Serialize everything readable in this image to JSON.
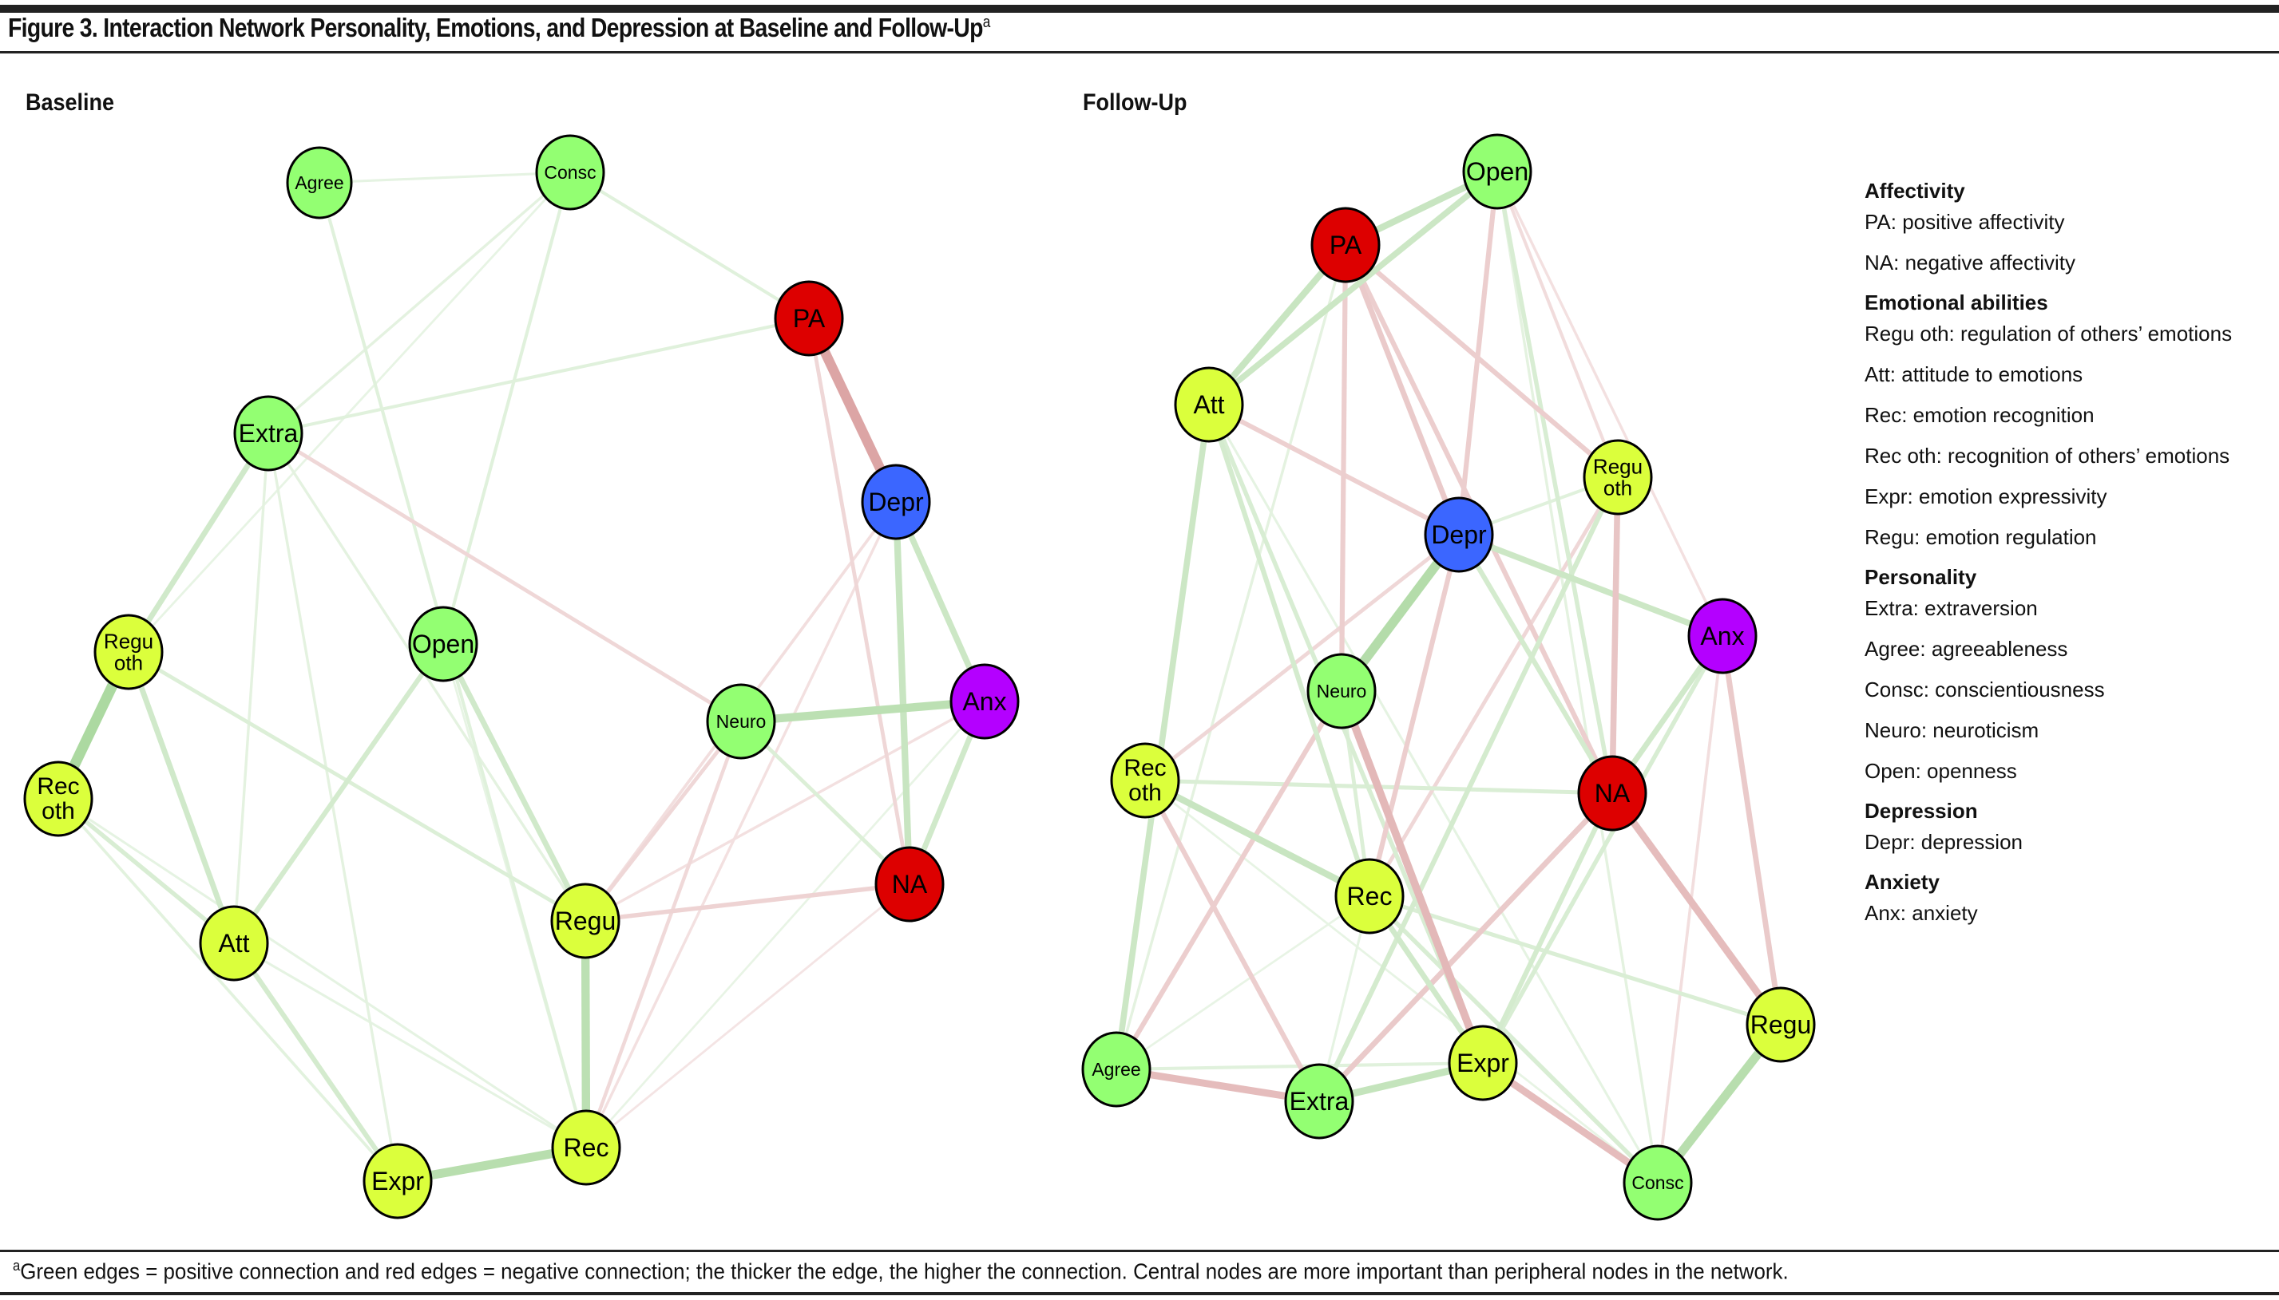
{
  "figure": {
    "title": "Figure 3. Interaction Network Personality, Emotions, and Depression at Baseline and Follow-Up",
    "title_superscript": "a",
    "footnote_marker": "a",
    "footnote": "Green edges = positive connection and red edges = negative connection; the thicker the edge, the higher the connection. Central nodes are more important than peripheral nodes in the network."
  },
  "colors": {
    "positive_edge": "#5fb54a",
    "negative_edge": "#b84a4a",
    "categories": {
      "affectivity": "#dd0000",
      "emotional_abilities": "#dbff3c",
      "personality": "#93ff72",
      "depression": "#3b66ff",
      "anxiety": "#b400ff"
    },
    "node_border": "#000000"
  },
  "legend": [
    {
      "heading": "Affectivity",
      "items": [
        "PA: positive affectivity",
        "NA: negative affectivity"
      ]
    },
    {
      "heading": "Emotional abilities",
      "items": [
        "Regu oth: regulation of others’ emotions",
        "Att: attitude to emotions",
        "Rec: emotion recognition",
        "Rec oth: recognition of others’ emotions",
        "Expr: emotion expressivity",
        "Regu: emotion regulation"
      ]
    },
    {
      "heading": "Personality",
      "items": [
        "Extra: extraversion",
        "Agree: agreeableness",
        "Consc: conscientiousness",
        "Neuro: neuroticism",
        "Open: openness"
      ]
    },
    {
      "heading": "Depression",
      "items": [
        "Depr: depression"
      ]
    },
    {
      "heading": "Anxiety",
      "items": [
        "Anx: anxiety"
      ]
    }
  ],
  "chart_data": [
    {
      "type": "network",
      "title": "Baseline",
      "nodes": [
        {
          "id": "Agree",
          "label": "Agree",
          "category": "personality"
        },
        {
          "id": "Consc",
          "label": "Consc",
          "category": "personality"
        },
        {
          "id": "PA",
          "label": "PA",
          "category": "affectivity"
        },
        {
          "id": "Extra",
          "label": "Extra",
          "category": "personality"
        },
        {
          "id": "Depr",
          "label": "Depr",
          "category": "depression"
        },
        {
          "id": "Reguoth",
          "label": "Regu\noth",
          "category": "emotional_abilities"
        },
        {
          "id": "Open",
          "label": "Open",
          "category": "personality"
        },
        {
          "id": "Neuro",
          "label": "Neuro",
          "category": "personality"
        },
        {
          "id": "Anx",
          "label": "Anx",
          "category": "anxiety"
        },
        {
          "id": "Recoth",
          "label": "Rec\noth",
          "category": "emotional_abilities"
        },
        {
          "id": "NA",
          "label": "NA",
          "category": "affectivity"
        },
        {
          "id": "Regu",
          "label": "Regu",
          "category": "emotional_abilities"
        },
        {
          "id": "Att",
          "label": "Att",
          "category": "emotional_abilities"
        },
        {
          "id": "Rec",
          "label": "Rec",
          "category": "emotional_abilities"
        },
        {
          "id": "Expr",
          "label": "Expr",
          "category": "emotional_abilities"
        }
      ],
      "edges": [
        {
          "from": "PA",
          "to": "Depr",
          "sign": "negative",
          "weight": 0.75
        },
        {
          "from": "Reguoth",
          "to": "Recoth",
          "sign": "positive",
          "weight": 0.8
        },
        {
          "from": "Neuro",
          "to": "Anx",
          "sign": "positive",
          "weight": 0.6
        },
        {
          "from": "Regu",
          "to": "Rec",
          "sign": "positive",
          "weight": 0.6
        },
        {
          "from": "Expr",
          "to": "Rec",
          "sign": "positive",
          "weight": 0.65
        },
        {
          "from": "Depr",
          "to": "NA",
          "sign": "positive",
          "weight": 0.45
        },
        {
          "from": "Depr",
          "to": "Anx",
          "sign": "positive",
          "weight": 0.4
        },
        {
          "from": "Extra",
          "to": "Reguoth",
          "sign": "positive",
          "weight": 0.35
        },
        {
          "from": "Reguoth",
          "to": "Att",
          "sign": "positive",
          "weight": 0.35
        },
        {
          "from": "Open",
          "to": "Regu",
          "sign": "positive",
          "weight": 0.35
        },
        {
          "from": "Open",
          "to": "Att",
          "sign": "positive",
          "weight": 0.3
        },
        {
          "from": "Att",
          "to": "Expr",
          "sign": "positive",
          "weight": 0.3
        },
        {
          "from": "Anx",
          "to": "NA",
          "sign": "positive",
          "weight": 0.35
        },
        {
          "from": "Recoth",
          "to": "Att",
          "sign": "positive",
          "weight": 0.25
        },
        {
          "from": "Reguoth",
          "to": "Regu",
          "sign": "positive",
          "weight": 0.2
        },
        {
          "from": "Neuro",
          "to": "NA",
          "sign": "positive",
          "weight": 0.2
        },
        {
          "from": "Regu",
          "to": "NA",
          "sign": "negative",
          "weight": 0.25
        },
        {
          "from": "Extra",
          "to": "Neuro",
          "sign": "negative",
          "weight": 0.2
        },
        {
          "from": "PA",
          "to": "NA",
          "sign": "negative",
          "weight": 0.2
        },
        {
          "from": "Neuro",
          "to": "Regu",
          "sign": "negative",
          "weight": 0.2
        },
        {
          "from": "Neuro",
          "to": "Rec",
          "sign": "negative",
          "weight": 0.18
        },
        {
          "from": "Depr",
          "to": "Regu",
          "sign": "negative",
          "weight": 0.12
        },
        {
          "from": "Depr",
          "to": "Rec",
          "sign": "negative",
          "weight": 0.1
        },
        {
          "from": "Anx",
          "to": "Regu",
          "sign": "negative",
          "weight": 0.1
        },
        {
          "from": "NA",
          "to": "Rec",
          "sign": "negative",
          "weight": 0.06
        },
        {
          "from": "Consc",
          "to": "PA",
          "sign": "positive",
          "weight": 0.15
        },
        {
          "from": "Extra",
          "to": "PA",
          "sign": "positive",
          "weight": 0.15
        },
        {
          "from": "Consc",
          "to": "Open",
          "sign": "positive",
          "weight": 0.15
        },
        {
          "from": "Agree",
          "to": "Consc",
          "sign": "positive",
          "weight": 0.08
        },
        {
          "from": "Agree",
          "to": "Rec",
          "sign": "positive",
          "weight": 0.15
        },
        {
          "from": "Consc",
          "to": "Extra",
          "sign": "positive",
          "weight": 0.1
        },
        {
          "from": "Consc",
          "to": "Reguoth",
          "sign": "positive",
          "weight": 0.06
        },
        {
          "from": "Extra",
          "to": "Att",
          "sign": "positive",
          "weight": 0.1
        },
        {
          "from": "Extra",
          "to": "Expr",
          "sign": "positive",
          "weight": 0.1
        },
        {
          "from": "Extra",
          "to": "Regu",
          "sign": "positive",
          "weight": 0.1
        },
        {
          "from": "Recoth",
          "to": "Expr",
          "sign": "positive",
          "weight": 0.12
        },
        {
          "from": "Recoth",
          "to": "Rec",
          "sign": "positive",
          "weight": 0.08
        },
        {
          "from": "Att",
          "to": "Rec",
          "sign": "positive",
          "weight": 0.08
        },
        {
          "from": "Open",
          "to": "Rec",
          "sign": "positive",
          "weight": 0.06
        },
        {
          "from": "Anx",
          "to": "Rec",
          "sign": "positive",
          "weight": 0.05
        }
      ]
    },
    {
      "type": "network",
      "title": "Follow-Up",
      "nodes": [
        {
          "id": "Open",
          "label": "Open",
          "category": "personality"
        },
        {
          "id": "PA",
          "label": "PA",
          "category": "affectivity"
        },
        {
          "id": "Att",
          "label": "Att",
          "category": "emotional_abilities"
        },
        {
          "id": "Reguoth",
          "label": "Regu\noth",
          "category": "emotional_abilities"
        },
        {
          "id": "Depr",
          "label": "Depr",
          "category": "depression"
        },
        {
          "id": "Anx",
          "label": "Anx",
          "category": "anxiety"
        },
        {
          "id": "Neuro",
          "label": "Neuro",
          "category": "personality"
        },
        {
          "id": "Recoth",
          "label": "Rec\noth",
          "category": "emotional_abilities"
        },
        {
          "id": "NA",
          "label": "NA",
          "category": "affectivity"
        },
        {
          "id": "Rec",
          "label": "Rec",
          "category": "emotional_abilities"
        },
        {
          "id": "Regu",
          "label": "Regu",
          "category": "emotional_abilities"
        },
        {
          "id": "Agree",
          "label": "Agree",
          "category": "personality"
        },
        {
          "id": "Expr",
          "label": "Expr",
          "category": "emotional_abilities"
        },
        {
          "id": "Extra",
          "label": "Extra",
          "category": "personality"
        },
        {
          "id": "Consc",
          "label": "Consc",
          "category": "personality"
        }
      ],
      "edges": [
        {
          "from": "Depr",
          "to": "Neuro",
          "sign": "positive",
          "weight": 0.7
        },
        {
          "from": "Regu",
          "to": "Consc",
          "sign": "positive",
          "weight": 0.65
        },
        {
          "from": "Neuro",
          "to": "Expr",
          "sign": "negative",
          "weight": 0.55
        },
        {
          "from": "NA",
          "to": "Regu",
          "sign": "negative",
          "weight": 0.5
        },
        {
          "from": "Agree",
          "to": "Extra",
          "sign": "negative",
          "weight": 0.5
        },
        {
          "from": "Expr",
          "to": "Consc",
          "sign": "negative",
          "weight": 0.5
        },
        {
          "from": "Extra",
          "to": "Expr",
          "sign": "positive",
          "weight": 0.5
        },
        {
          "from": "PA",
          "to": "Open",
          "sign": "positive",
          "weight": 0.45
        },
        {
          "from": "PA",
          "to": "Att",
          "sign": "positive",
          "weight": 0.45
        },
        {
          "from": "Att",
          "to": "Open",
          "sign": "positive",
          "weight": 0.4
        },
        {
          "from": "Att",
          "to": "Agree",
          "sign": "positive",
          "weight": 0.4
        },
        {
          "from": "Recoth",
          "to": "Rec",
          "sign": "positive",
          "weight": 0.45
        },
        {
          "from": "Depr",
          "to": "Anx",
          "sign": "positive",
          "weight": 0.4
        },
        {
          "from": "Reguoth",
          "to": "NA",
          "sign": "negative",
          "weight": 0.4
        },
        {
          "from": "Anx",
          "to": "NA",
          "sign": "positive",
          "weight": 0.35
        },
        {
          "from": "Anx",
          "to": "Regu",
          "sign": "negative",
          "weight": 0.35
        },
        {
          "from": "NA",
          "to": "Extra",
          "sign": "negative",
          "weight": 0.35
        },
        {
          "from": "Rec",
          "to": "Expr",
          "sign": "positive",
          "weight": 0.35
        },
        {
          "from": "PA",
          "to": "Depr",
          "sign": "negative",
          "weight": 0.35
        },
        {
          "from": "PA",
          "to": "Neuro",
          "sign": "negative",
          "weight": 0.3
        },
        {
          "from": "PA",
          "to": "NA",
          "sign": "negative",
          "weight": 0.3
        },
        {
          "from": "PA",
          "to": "Reguoth",
          "sign": "negative",
          "weight": 0.3
        },
        {
          "from": "Open",
          "to": "Depr",
          "sign": "negative",
          "weight": 0.3
        },
        {
          "from": "Att",
          "to": "Depr",
          "sign": "negative",
          "weight": 0.28
        },
        {
          "from": "Depr",
          "to": "Rec",
          "sign": "negative",
          "weight": 0.3
        },
        {
          "from": "Recoth",
          "to": "Extra",
          "sign": "negative",
          "weight": 0.3
        },
        {
          "from": "Neuro",
          "to": "Agree",
          "sign": "negative",
          "weight": 0.3
        },
        {
          "from": "Att",
          "to": "Rec",
          "sign": "positive",
          "weight": 0.3
        },
        {
          "from": "Att",
          "to": "Expr",
          "sign": "positive",
          "weight": 0.25
        },
        {
          "from": "Depr",
          "to": "NA",
          "sign": "positive",
          "weight": 0.3
        },
        {
          "from": "Reguoth",
          "to": "Extra",
          "sign": "positive",
          "weight": 0.3
        },
        {
          "from": "NA",
          "to": "Expr",
          "sign": "positive",
          "weight": 0.3
        },
        {
          "from": "Anx",
          "to": "Expr",
          "sign": "positive",
          "weight": 0.25
        },
        {
          "from": "Open",
          "to": "NA",
          "sign": "positive",
          "weight": 0.25
        },
        {
          "from": "Recoth",
          "to": "NA",
          "sign": "positive",
          "weight": 0.22
        },
        {
          "from": "Rec",
          "to": "Regu",
          "sign": "positive",
          "weight": 0.22
        },
        {
          "from": "Rec",
          "to": "Consc",
          "sign": "positive",
          "weight": 0.25
        },
        {
          "from": "Neuro",
          "to": "Rec",
          "sign": "positive",
          "weight": 0.2
        },
        {
          "from": "Recoth",
          "to": "Depr",
          "sign": "negative",
          "weight": 0.2
        },
        {
          "from": "Reguoth",
          "to": "Rec",
          "sign": "negative",
          "weight": 0.2
        },
        {
          "from": "Open",
          "to": "Reguoth",
          "sign": "negative",
          "weight": 0.15
        },
        {
          "from": "Reguoth",
          "to": "Depr",
          "sign": "positive",
          "weight": 0.15
        },
        {
          "from": "Agree",
          "to": "Expr",
          "sign": "positive",
          "weight": 0.15
        },
        {
          "from": "Anx",
          "to": "Consc",
          "sign": "negative",
          "weight": 0.12
        },
        {
          "from": "Open",
          "to": "Anx",
          "sign": "negative",
          "weight": 0.1
        },
        {
          "from": "Open",
          "to": "Consc",
          "sign": "positive",
          "weight": 0.1
        },
        {
          "from": "PA",
          "to": "Agree",
          "sign": "positive",
          "weight": 0.1
        },
        {
          "from": "Att",
          "to": "Consc",
          "sign": "positive",
          "weight": 0.08
        },
        {
          "from": "Recoth",
          "to": "Consc",
          "sign": "positive",
          "weight": 0.06
        },
        {
          "from": "Depr",
          "to": "Extra",
          "sign": "positive",
          "weight": 0.08
        },
        {
          "from": "Agree",
          "to": "Rec",
          "sign": "positive",
          "weight": 0.05
        }
      ]
    }
  ]
}
